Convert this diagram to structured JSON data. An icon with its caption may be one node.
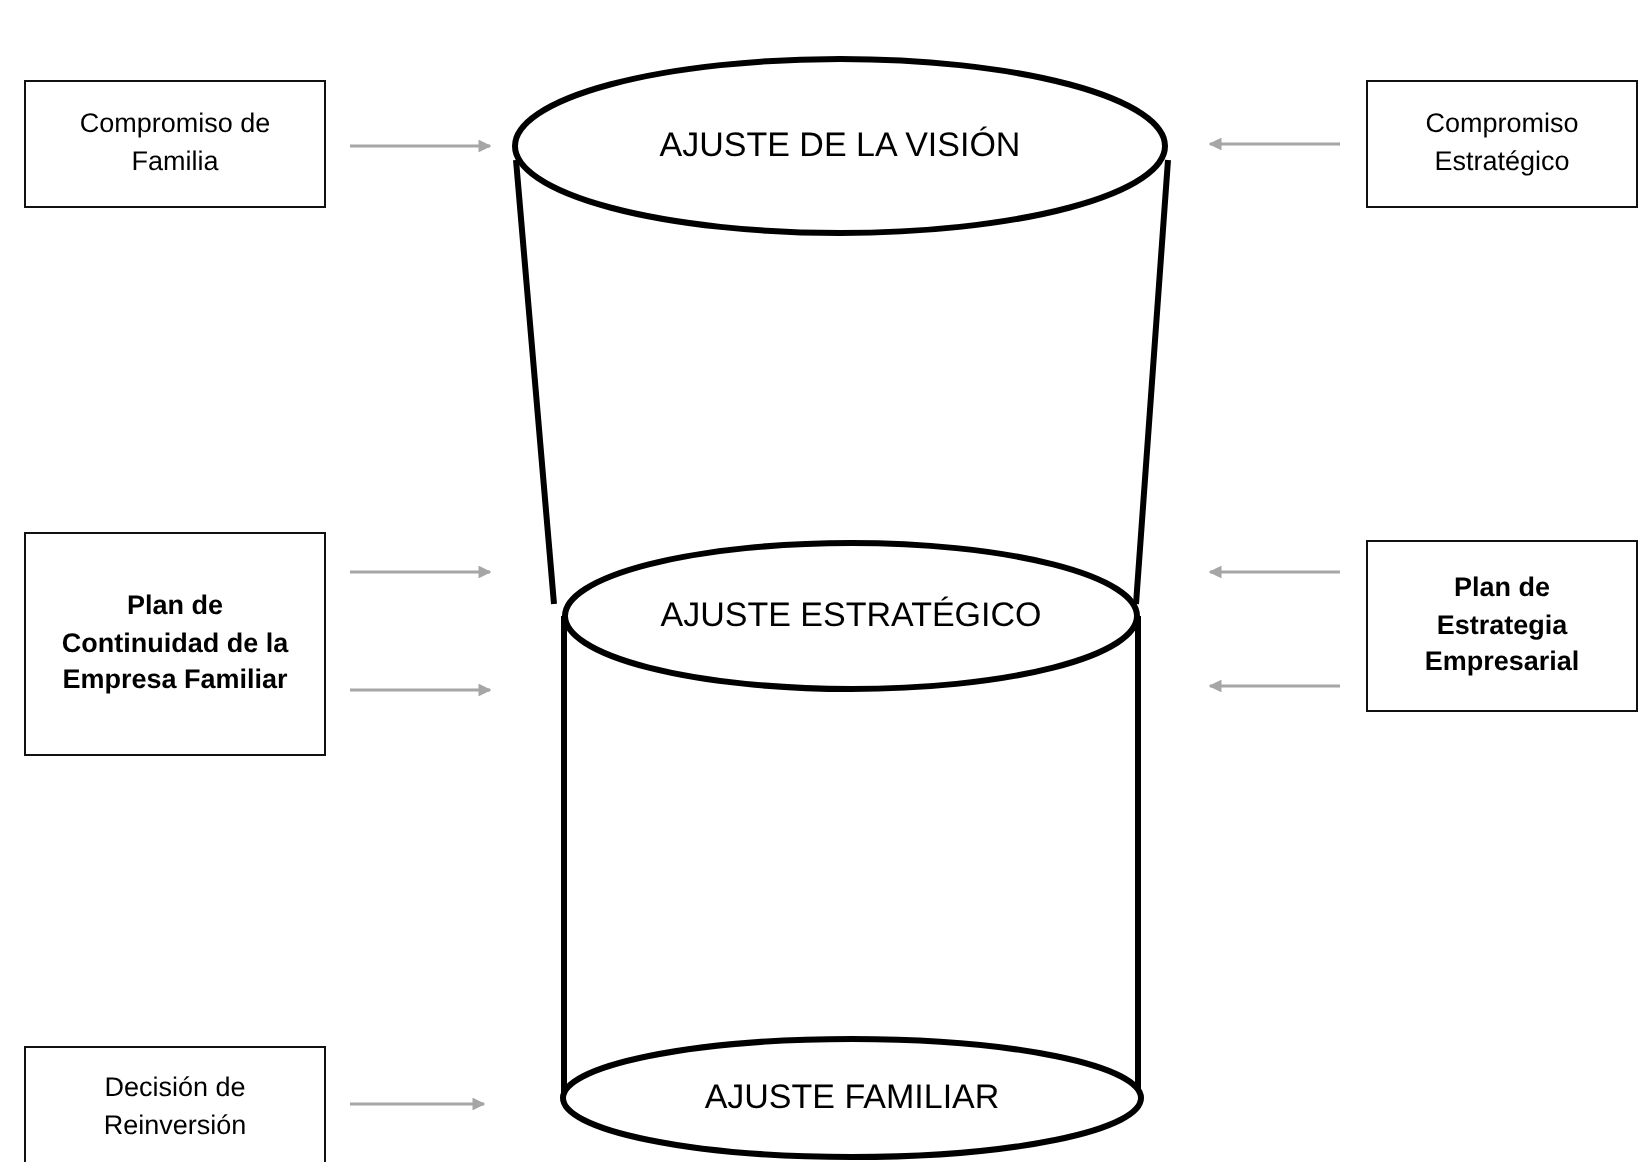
{
  "diagram": {
    "nodes": [
      {
        "text": [
          "Compromiso de Familia"
        ]
      },
      {
        "text": [
          "AJUSTE DE LA VISIÓN"
        ]
      },
      {
        "text": [
          "Compromiso Estratégico"
        ]
      },
      {
        "text": [
          "Plan de Continuidad de la Empresa Familiar"
        ]
      },
      {
        "text": [
          "AJUSTE ESTRATÉGICO"
        ]
      },
      {
        "text": [
          "Plan de Estrategia Empresarial"
        ]
      },
      {
        "text": [
          "Decisión de Reinversión"
        ]
      },
      {
        "text": [
          "AJUSTE FAMILIAR"
        ]
      }
    ],
    "edges": [
      {
        "from": 0,
        "to": 1,
        "arrow": "to"
      },
      {
        "from": 2,
        "to": 1,
        "arrow": "to"
      },
      {
        "from": 3,
        "to": 4,
        "arrow": "to"
      },
      {
        "from": 3,
        "to": 4,
        "arrow": "to"
      },
      {
        "from": 5,
        "to": 4,
        "arrow": "to"
      },
      {
        "from": 5,
        "to": 4,
        "arrow": "to"
      },
      {
        "from": 6,
        "to": 7,
        "arrow": "to"
      }
    ]
  }
}
